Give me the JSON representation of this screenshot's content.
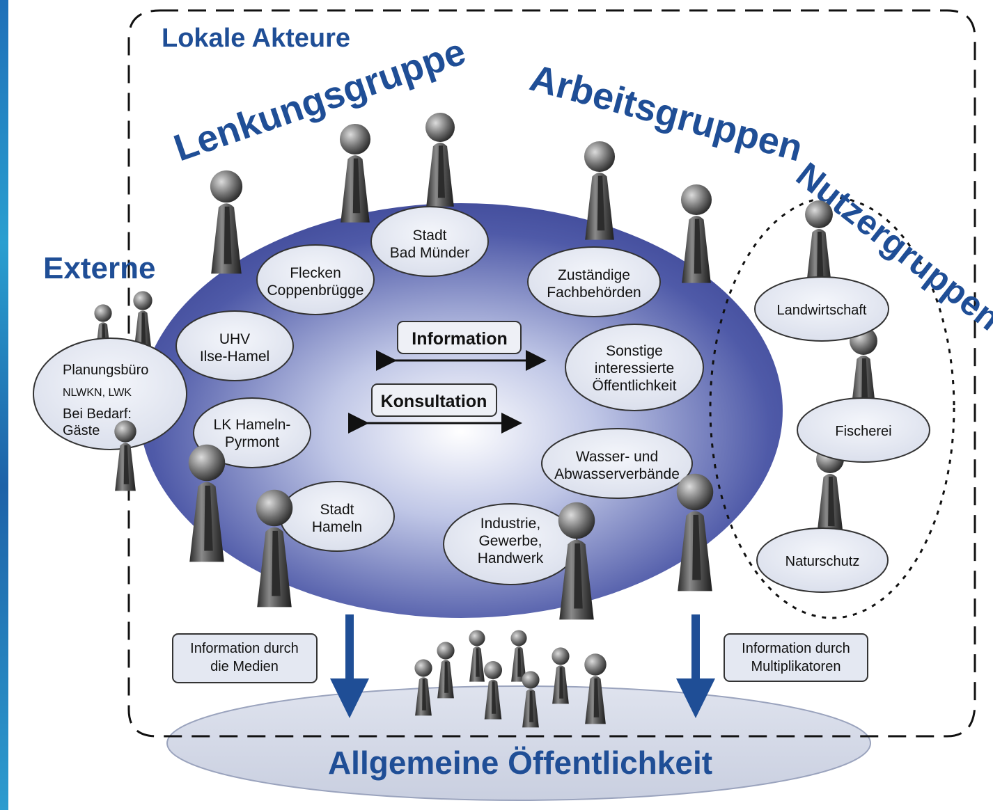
{
  "groups": {
    "lokale_akteure": "Lokale Akteure",
    "lenkungsgruppe": "Lenkungsgruppe",
    "arbeitsgruppen": "Arbeitsgruppen",
    "nutzergruppen": "Nutzergruppen",
    "externe": "Externe"
  },
  "center": {
    "information": "Information",
    "konsultation": "Konsultation"
  },
  "actors": {
    "bad_muender": [
      "Stadt",
      "Bad Münder"
    ],
    "coppenbruegge": [
      "Flecken",
      "Coppenbrügge"
    ],
    "uhv": [
      "UHV",
      "Ilse-Hamel"
    ],
    "lk_hameln": [
      "LK Hameln-",
      "Pyrmont"
    ],
    "stadt_hameln": [
      "Stadt",
      "Hameln"
    ],
    "industrie": [
      "Industrie,",
      "Gewerbe,",
      "Handwerk"
    ],
    "wasser": [
      "Wasser- und",
      "Abwasserverbände"
    ],
    "sonstige": [
      "Sonstige",
      "interessierte",
      "Öffentlichkeit"
    ],
    "fachbehoerden": [
      "Zuständige",
      "Fachbehörden"
    ]
  },
  "users": {
    "landwirtschaft": "Landwirtschaft",
    "fischerei": "Fischerei",
    "naturschutz": "Naturschutz"
  },
  "externe_box": {
    "planungsbuero": "Planungsbüro",
    "nlwkn": "NLWKN, LWK",
    "bedarf": [
      "Bei Bedarf:",
      "Gäste"
    ]
  },
  "info_media": [
    "Information durch",
    "die Medien"
  ],
  "info_multi": [
    "Information durch",
    "Multiplikatoren"
  ],
  "public": "Allgemeine Öffentlichkeit",
  "colors": {
    "title_blue": "#1f4e96",
    "arrow_blue": "#1f4e96",
    "bubble_fill": "#e4e8f2"
  }
}
